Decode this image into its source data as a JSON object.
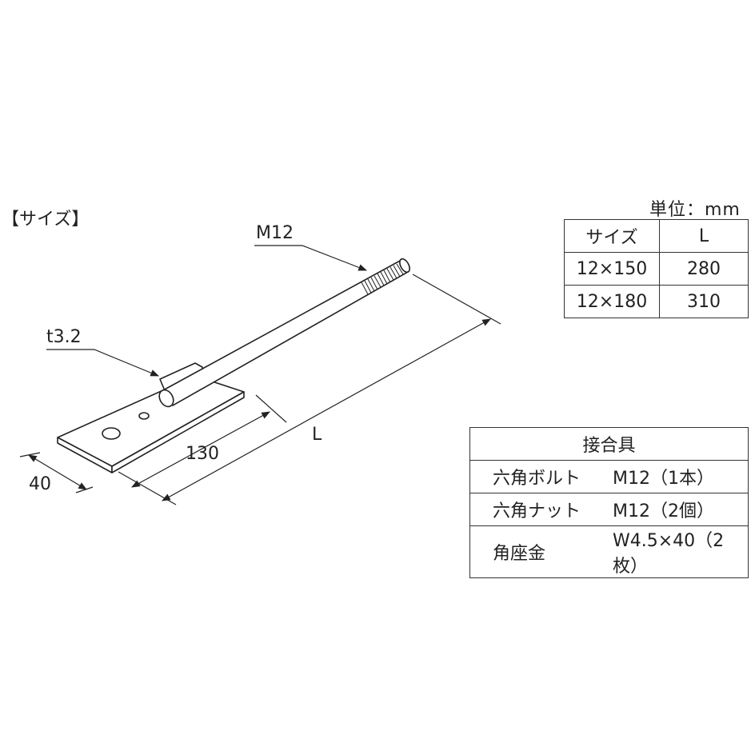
{
  "title": "【サイズ】",
  "unit": "単位：mm",
  "drawing": {
    "thread_label": "M12",
    "thickness_label": "t3.2",
    "length_label": "L",
    "plate_length_label": "130",
    "plate_width_label": "40",
    "colors": {
      "line": "#222222",
      "fill": "#ffffff"
    }
  },
  "size_table": {
    "headers": [
      "サイズ",
      "L"
    ],
    "rows": [
      [
        "12×150",
        "280"
      ],
      [
        "12×180",
        "310"
      ]
    ]
  },
  "parts_table": {
    "header": "接合具",
    "rows": [
      [
        "六角ボルト",
        "M12（1本）"
      ],
      [
        "六角ナット",
        "M12（2個）"
      ],
      [
        "角座金",
        "W4.5×40（2枚）"
      ]
    ]
  }
}
